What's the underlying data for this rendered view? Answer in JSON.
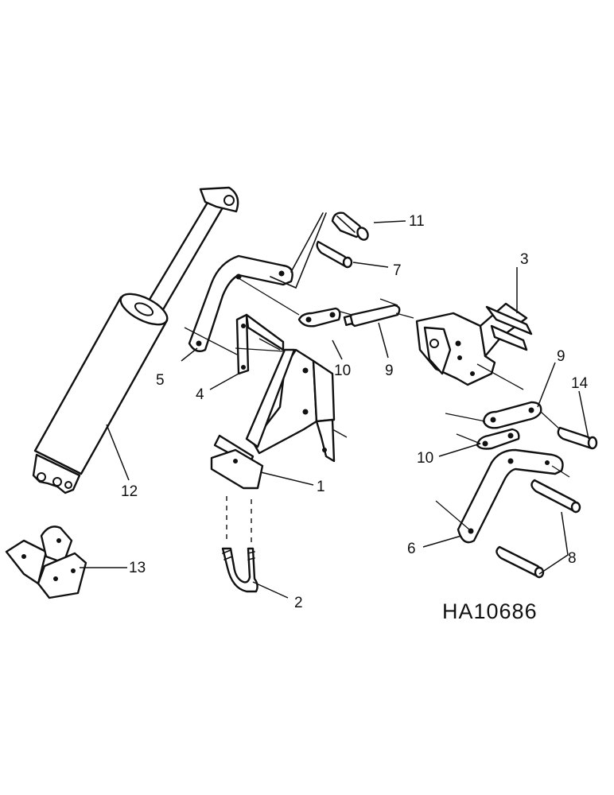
{
  "drawing_number": "HA10686",
  "callouts": {
    "c1": "1",
    "c2": "2",
    "c3": "3",
    "c4": "4",
    "c5": "5",
    "c6": "6",
    "c7": "7",
    "c8": "8",
    "c9a": "9",
    "c9b": "9",
    "c10a": "10",
    "c10b": "10",
    "c11": "11",
    "c12": "12",
    "c13": "13",
    "c14": "14"
  }
}
